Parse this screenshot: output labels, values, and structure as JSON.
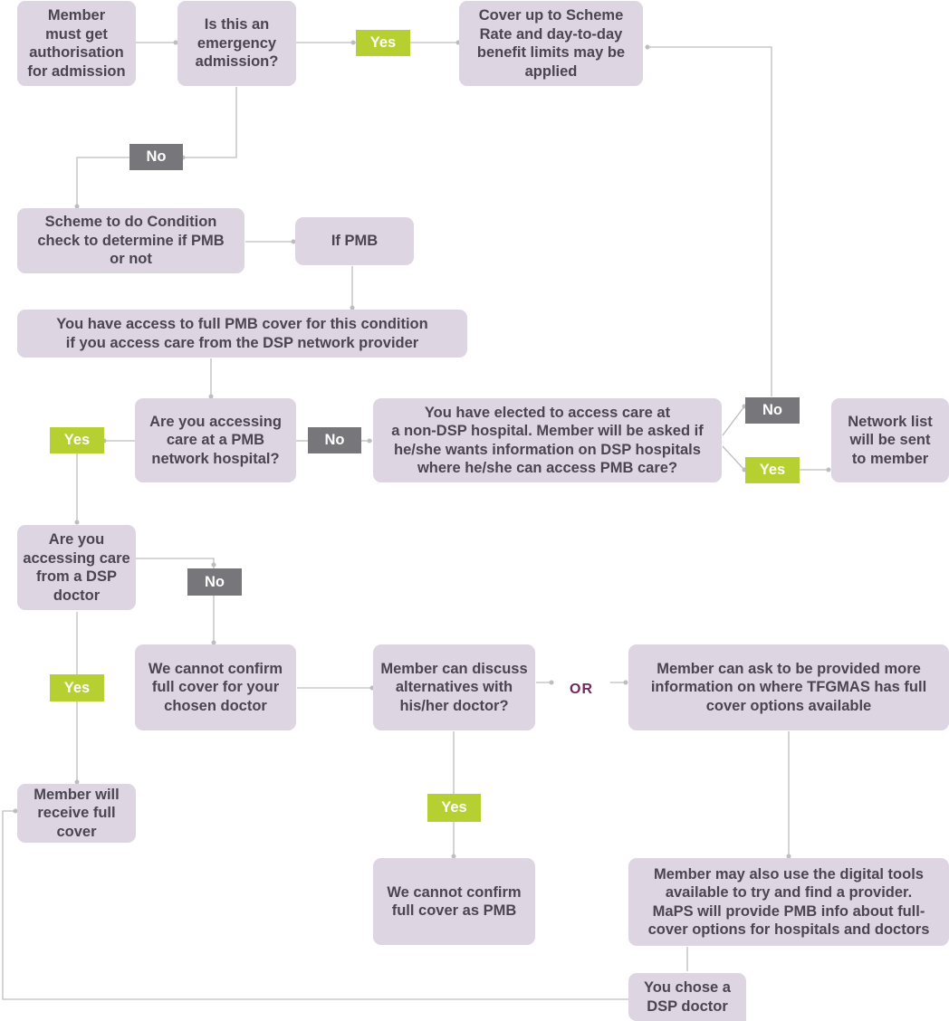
{
  "colors": {
    "box": "#ddd5e2",
    "box_text": "#4a4550",
    "yes_tag": "#b6cf31",
    "no_tag": "#77767b",
    "or_text": "#6d2a62",
    "connector": "#bdbdbd"
  },
  "boxes": {
    "member_authorisation": "Member\nmust get\nauthorisation\nfor admission",
    "emergency_question": "Is this an\nemergency\nadmission?",
    "scheme_rate_cover": "Cover up to Scheme\nRate and day-to-day\nbenefit limits may be\napplied",
    "condition_check": "Scheme to do Condition\ncheck to determine if PMB\nor not",
    "if_pmb": "If PMB",
    "full_pmb_access": "You have access to full PMB cover for this condition\nif you access care from the DSP network provider",
    "pmb_network_question": "Are you accessing\ncare at a PMB\nnetwork hospital?",
    "non_dsp_election": "You have elected to access care at\na non-DSP hospital. Member will be asked if\nhe/she wants information on DSP hospitals\nwhere he/she can access PMB care?",
    "network_list": "Network list\nwill be sent\nto member",
    "dsp_doctor_question": "Are you\naccessing care\nfrom a DSP\ndoctor",
    "cannot_confirm_doctor": "We cannot confirm\nfull cover for your\nchosen doctor",
    "discuss_alternatives": "Member can discuss\nalternatives with\nhis/her doctor?",
    "more_information": "Member can ask to be provided more\ninformation on where TFGMAS has full\ncover options available",
    "full_cover": "Member will\nreceive full\ncover",
    "cannot_confirm_pmb": "We cannot confirm\nfull cover as PMB",
    "digital_tools": "Member may also use the digital tools\navailable to try and find a provider.\nMaPS will provide PMB info about full-\ncover options for hospitals and doctors",
    "chose_dsp_doctor": "You chose a\nDSP doctor"
  },
  "tags": {
    "yes_emergency": "Yes",
    "no_emergency": "No",
    "yes_pmb_hospital": "Yes",
    "no_pmb_hospital": "No",
    "no_info": "No",
    "yes_info": "Yes",
    "no_dsp_doctor": "No",
    "yes_dsp_doctor": "Yes",
    "yes_discuss": "Yes"
  },
  "or_label": "OR"
}
